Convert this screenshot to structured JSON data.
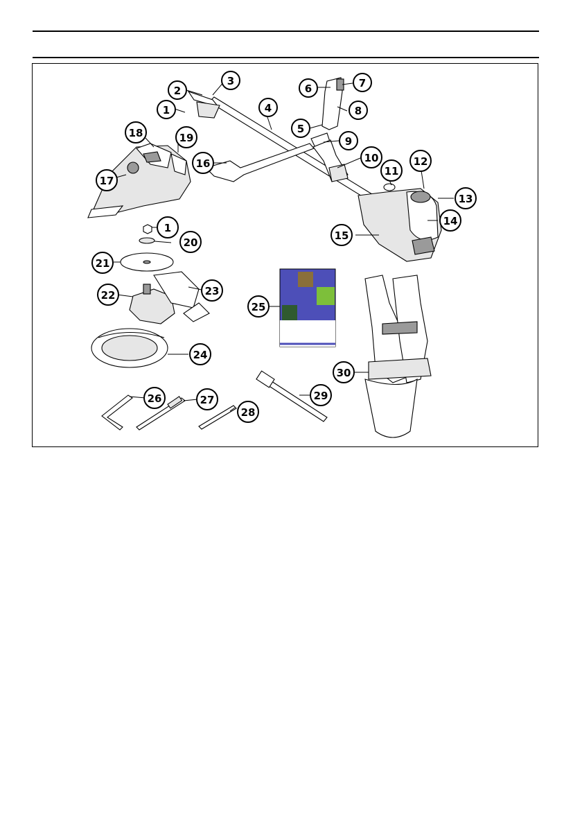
{
  "page": {
    "figure": {
      "callouts": [
        "1",
        "2",
        "3",
        "4",
        "5",
        "6",
        "7",
        "8",
        "9",
        "10",
        "11",
        "12",
        "13",
        "14",
        "15",
        "16",
        "17",
        "18",
        "19",
        "20",
        "21",
        "22",
        "23",
        "24",
        "25",
        "26",
        "27",
        "28",
        "29",
        "30"
      ],
      "repeated_callout": "1"
    }
  },
  "colors": {
    "ink": "#000000",
    "manual_cover": "#4d4fb8",
    "photo_green": "#7dbf3a"
  }
}
